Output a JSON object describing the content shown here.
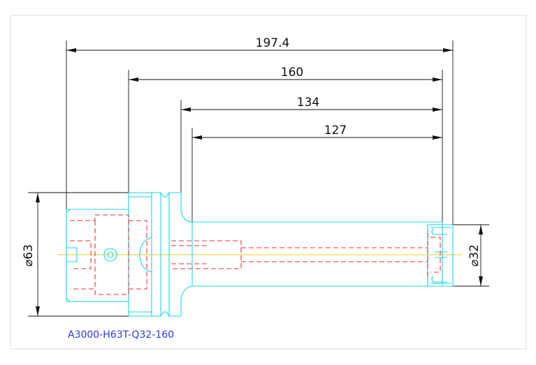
{
  "colors": {
    "outline": "#18d6e6",
    "hidden_lines": "#e0323a",
    "dimensions": "#111111",
    "centerline": "#e8d21a",
    "label": "#2b3bd6",
    "frame": "#dddddd"
  },
  "dimensions": {
    "overall_length": "197.4",
    "length_160": "160",
    "length_134": "134",
    "length_127": "127",
    "diameter_left": "⌀63",
    "diameter_right": "⌀32"
  },
  "part_label": "A3000-H63T-Q32-160"
}
